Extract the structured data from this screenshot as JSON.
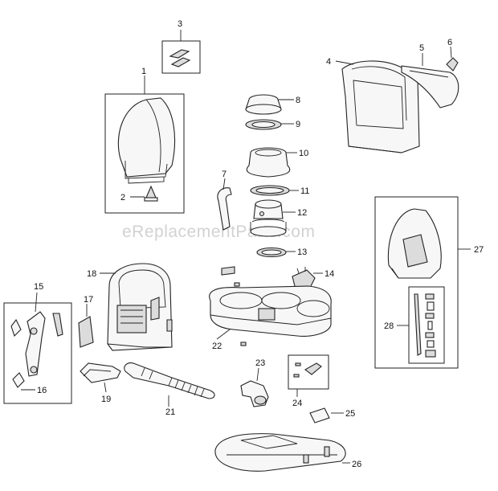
{
  "watermark": "eReplacementParts.com",
  "callouts": [
    "1",
    "2",
    "3",
    "4",
    "5",
    "6",
    "7",
    "8",
    "9",
    "10",
    "11",
    "12",
    "13",
    "14",
    "15",
    "16",
    "17",
    "18",
    "19",
    "21",
    "22",
    "23",
    "24",
    "25",
    "26",
    "27",
    "28"
  ]
}
